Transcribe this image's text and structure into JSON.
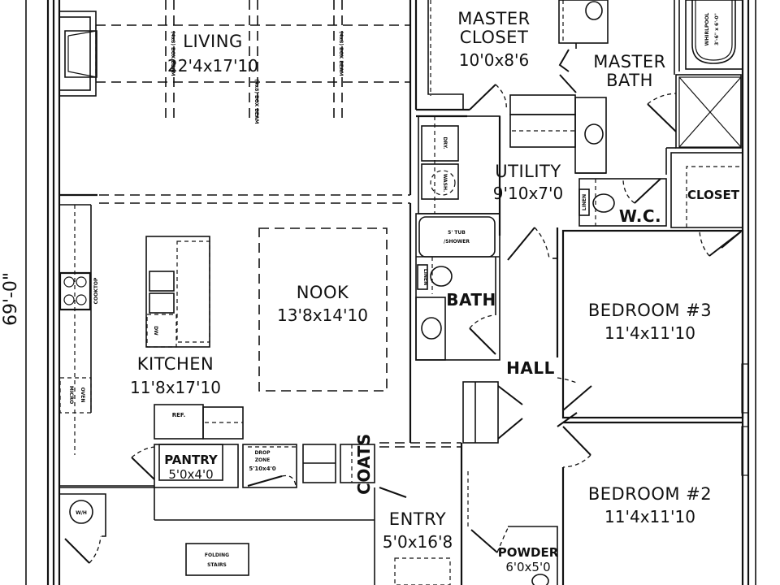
{
  "plan": {
    "overall_dimension": "69'-0\"",
    "rooms": {
      "living": {
        "name": "LIVING",
        "dims": "22'4x17'10"
      },
      "master_closet": {
        "name_line1": "MASTER",
        "name_line2": "CLOSET",
        "dims": "10'0x8'6"
      },
      "master_bath": {
        "name_line1": "MASTER",
        "name_line2": "BATH"
      },
      "utility": {
        "name": "UTILITY",
        "dims": "9'10x7'0"
      },
      "wc": {
        "name": "W.C."
      },
      "closet": {
        "name": "CLOSET"
      },
      "kitchen": {
        "name": "KITCHEN",
        "dims": "11'8x17'10"
      },
      "nook": {
        "name": "NOOK",
        "dims": "13'8x14'10"
      },
      "bath": {
        "name": "BATH"
      },
      "hall": {
        "name": "HALL"
      },
      "bedroom3": {
        "name": "BEDROOM #3",
        "dims": "11'4x11'10"
      },
      "bedroom2": {
        "name": "BEDROOM #2",
        "dims": "11'4x11'10"
      },
      "pantry": {
        "name": "PANTRY",
        "dims": "5'0x4'0"
      },
      "drop_zone": {
        "name_line1": "DROP",
        "name_line2": "ZONE",
        "dims": "5'10x4'0"
      },
      "coats": {
        "name": "COATS"
      },
      "entry": {
        "name": "ENTRY",
        "dims": "5'0x16'8"
      },
      "powder": {
        "name": "POWDER",
        "dims": "6'0x5'0"
      }
    },
    "fixtures": {
      "beam": "(4x8) BOX BEAM",
      "whirlpool_line1": "WHIRLPOOL",
      "whirlpool_line2": "3'-6\" x 6'-0\"",
      "dryer": "DRY.",
      "washer": "WASH.",
      "tub_line1": "5' TUB",
      "tub_line2": "/SHOWER",
      "linen": "LINEN",
      "cooktop": "COOKTOP",
      "dishwasher": "DW",
      "refrigerator": "REF.",
      "micro_oven_line1": "MICRO",
      "micro_oven_line2": "OVEN",
      "water_heater": "W/H",
      "folding_stairs_line1": "FOLDING",
      "folding_stairs_line2": "STAIRS"
    }
  }
}
